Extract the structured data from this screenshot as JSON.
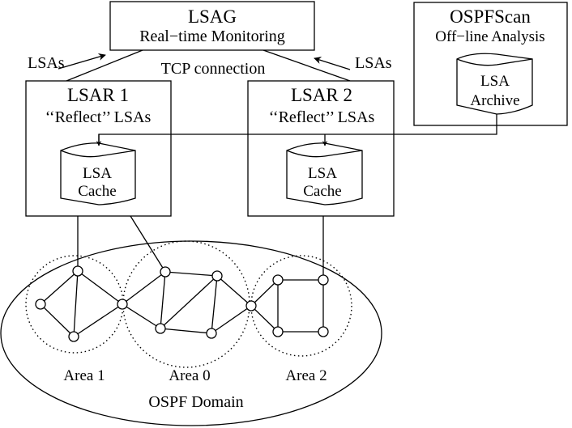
{
  "lsag": {
    "title": "LSAG",
    "subtitle": "Real−time Monitoring"
  },
  "ospfscan": {
    "title": "OSPFScan",
    "subtitle": "Off−line Analysis",
    "store": {
      "line1": "LSA",
      "line2": "Archive"
    }
  },
  "lsar1": {
    "title": "LSAR 1",
    "subtitle": "‘‘Reflect’’ LSAs",
    "store": {
      "line1": "LSA",
      "line2": "Cache"
    }
  },
  "lsar2": {
    "title": "LSAR 2",
    "subtitle": "‘‘Reflect’’ LSAs",
    "store": {
      "line1": "LSA",
      "line2": "Cache"
    }
  },
  "links": {
    "left_label": "LSAs",
    "right_label": "LSAs",
    "tcp_label": "TCP connection"
  },
  "domain": {
    "label": "OSPF Domain",
    "areas": [
      {
        "id": "area1",
        "label": "Area 1"
      },
      {
        "id": "area0",
        "label": "Area 0"
      },
      {
        "id": "area2",
        "label": "Area 2"
      }
    ]
  }
}
